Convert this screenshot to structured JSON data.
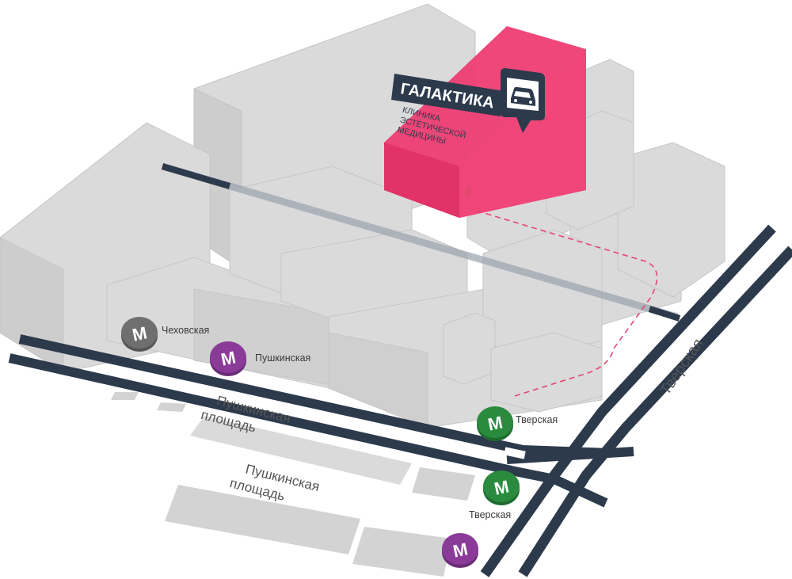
{
  "clinic": {
    "name": "ГАЛАКТИКА",
    "subtitle_lines": [
      "КЛИНИКА",
      "ЭСТЕТИЧЕСКОЙ",
      "МЕДИЦИНЫ"
    ],
    "parking_icon": "car-icon",
    "color": "#ee3d73"
  },
  "streets": {
    "pushkinskaya_square_1": [
      "Пушкинская",
      "площадь"
    ],
    "pushkinskaya_square_2": [
      "Пушкинская",
      "площадь"
    ],
    "tverskaya": "Тверская"
  },
  "metro": [
    {
      "name": "Чеховская",
      "color": "#6f6f6f",
      "icon": "metro-icon"
    },
    {
      "name": "Пушкинская",
      "color": "#8a3b97",
      "icon": "metro-icon"
    },
    {
      "name": "Тверская",
      "color": "#2a8a3e",
      "icon": "metro-icon"
    },
    {
      "name": "Тверская",
      "color": "#2a8a3e",
      "icon": "metro-icon"
    },
    {
      "name": "",
      "color": "#8a3b97",
      "icon": "metro-icon"
    }
  ],
  "colors": {
    "road": "#2c3a4c",
    "building": "#d8d8d8",
    "building_edge": "#bdbdbd",
    "route": "#e4476f"
  }
}
